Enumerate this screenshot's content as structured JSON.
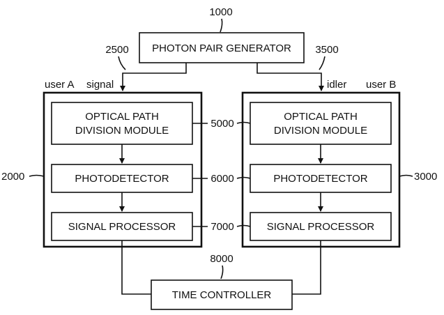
{
  "ref_numbers": {
    "generator": "1000",
    "signal_path": "2500",
    "idler_path": "3500",
    "user_a": "2000",
    "user_b": "3000",
    "division": "5000",
    "detector": "6000",
    "processor": "7000",
    "time_controller": "8000"
  },
  "labels": {
    "user_a": "user A",
    "user_b": "user B",
    "signal": "signal",
    "idler": "idler"
  },
  "boxes": {
    "generator": "PHOTON PAIR GENERATOR",
    "division_line1": "OPTICAL PATH",
    "division_line2": "DIVISION MODULE",
    "detector": "PHOTODETECTOR",
    "processor": "SIGNAL PROCESSOR",
    "time_controller": "TIME CONTROLLER"
  }
}
